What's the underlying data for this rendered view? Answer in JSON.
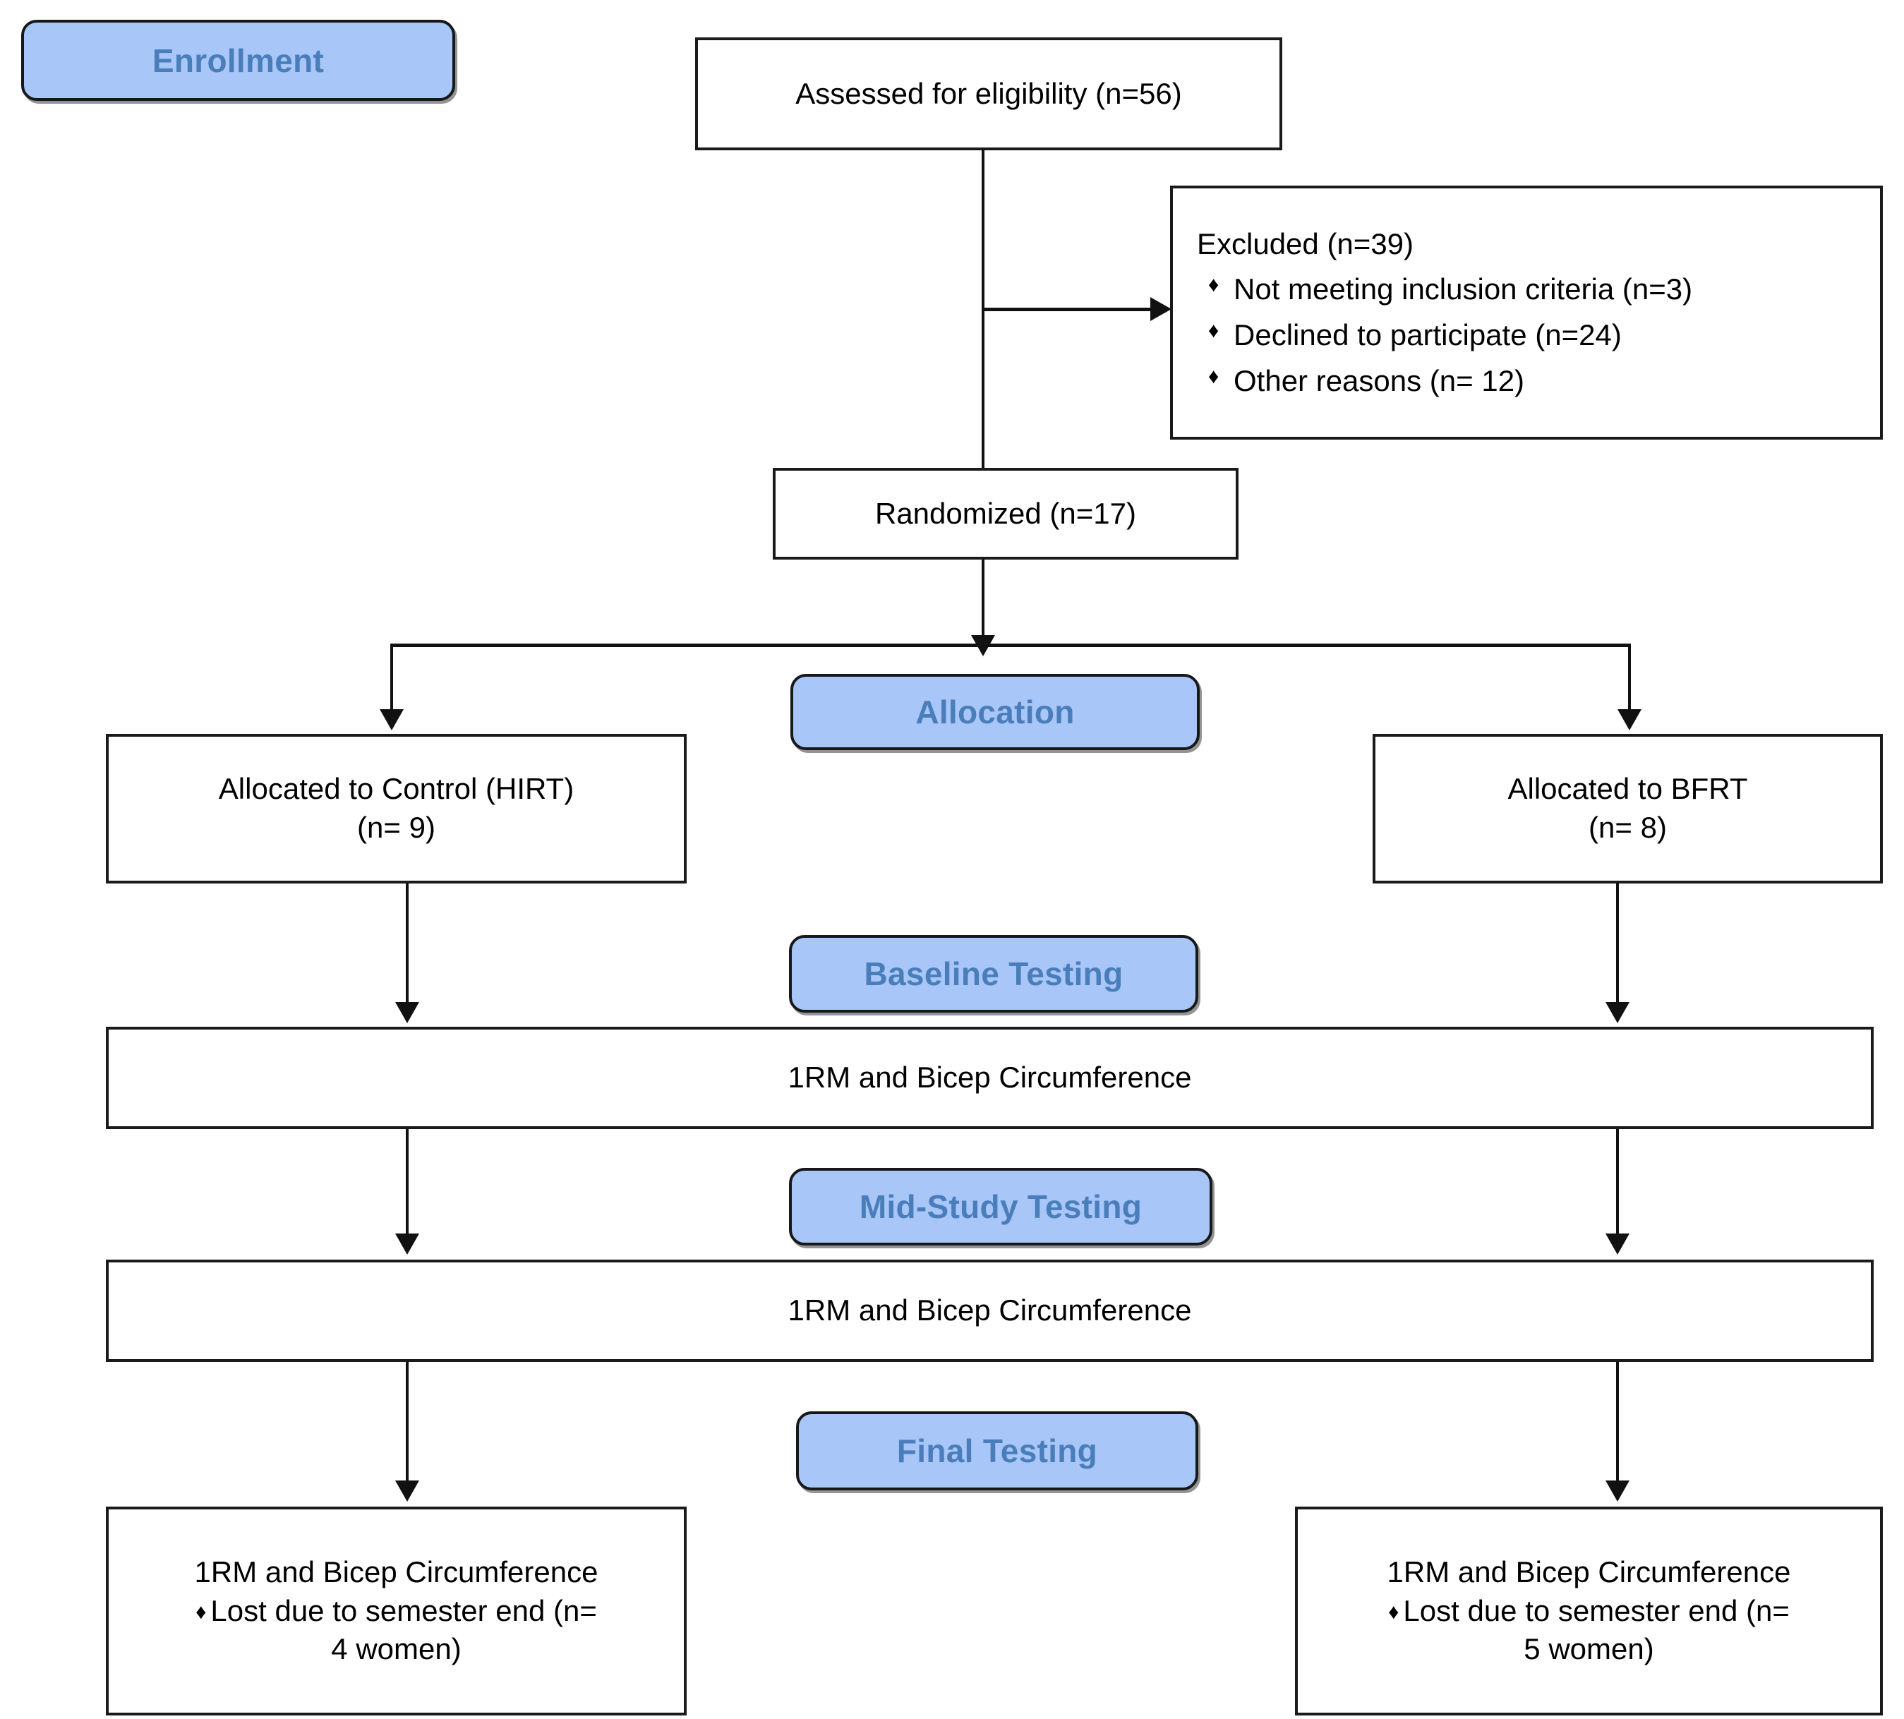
{
  "diagram": {
    "type": "consort-flow-diagram",
    "stages": [
      {
        "id": "enrollment",
        "label": "Enrollment"
      },
      {
        "id": "allocation",
        "label": "Allocation"
      },
      {
        "id": "baseline",
        "label": "Baseline Testing"
      },
      {
        "id": "midstudy",
        "label": "Mid-Study Testing"
      },
      {
        "id": "final",
        "label": "Final Testing"
      }
    ],
    "nodes": {
      "assessed": {
        "text": "Assessed for eligibility (n=56)"
      },
      "excluded": {
        "heading": "Excluded (n=39)",
        "bullet_glyph": "♦",
        "items": [
          "Not meeting inclusion criteria (n=3)",
          "Declined to participate (n=24)",
          "Other reasons (n= 12)"
        ]
      },
      "randomized": {
        "text": "Randomized (n=17)"
      },
      "allocated_control": {
        "line1": "Allocated to Control (HIRT)",
        "line2": "(n= 9)"
      },
      "allocated_bfrt": {
        "line1": "Allocated to BFRT",
        "line2": "(n= 8)"
      },
      "baseline_measure": {
        "text": "1RM and Bicep Circumference"
      },
      "midstudy_measure": {
        "text": "1RM and Bicep Circumference"
      },
      "final_left": {
        "line1": "1RM and Bicep Circumference",
        "bullet_glyph": "♦",
        "bullet_line1": "Lost due to semester end (n=",
        "bullet_line2": "4 women)"
      },
      "final_right": {
        "line1": "1RM and Bicep Circumference",
        "bullet_glyph": "♦",
        "bullet_line1": "Lost due to semester end (n=",
        "bullet_line2": "5 women)"
      }
    },
    "colors": {
      "stage_fill": "#a8c6f7",
      "stage_text": "#4a7ebb",
      "box_border": "#1a1a1a",
      "connector": "#111111",
      "page_background": "#ffffff"
    }
  }
}
